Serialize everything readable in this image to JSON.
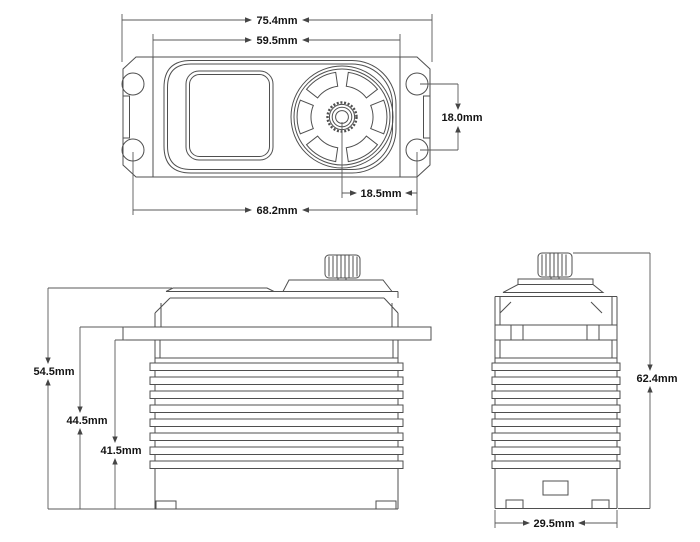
{
  "drawing": {
    "unit": "mm",
    "background_color": "#ffffff",
    "line_color": "#4f4f4f",
    "text_color": "#141414"
  },
  "dimensions": {
    "top_view": {
      "overall_width": "75.4mm",
      "case_width": "59.5mm",
      "mount_hole_vertical_spacing": "18.0mm",
      "shaft_to_mount_holes": "18.5mm",
      "mount_hole_horizontal_spacing": "68.2mm"
    },
    "front_view": {
      "overall_height": "54.5mm",
      "height_to_flange_top": "44.5mm",
      "height_to_flange_bottom": "41.5mm"
    },
    "side_view": {
      "overall_height": "62.4mm",
      "case_depth": "29.5mm"
    }
  }
}
